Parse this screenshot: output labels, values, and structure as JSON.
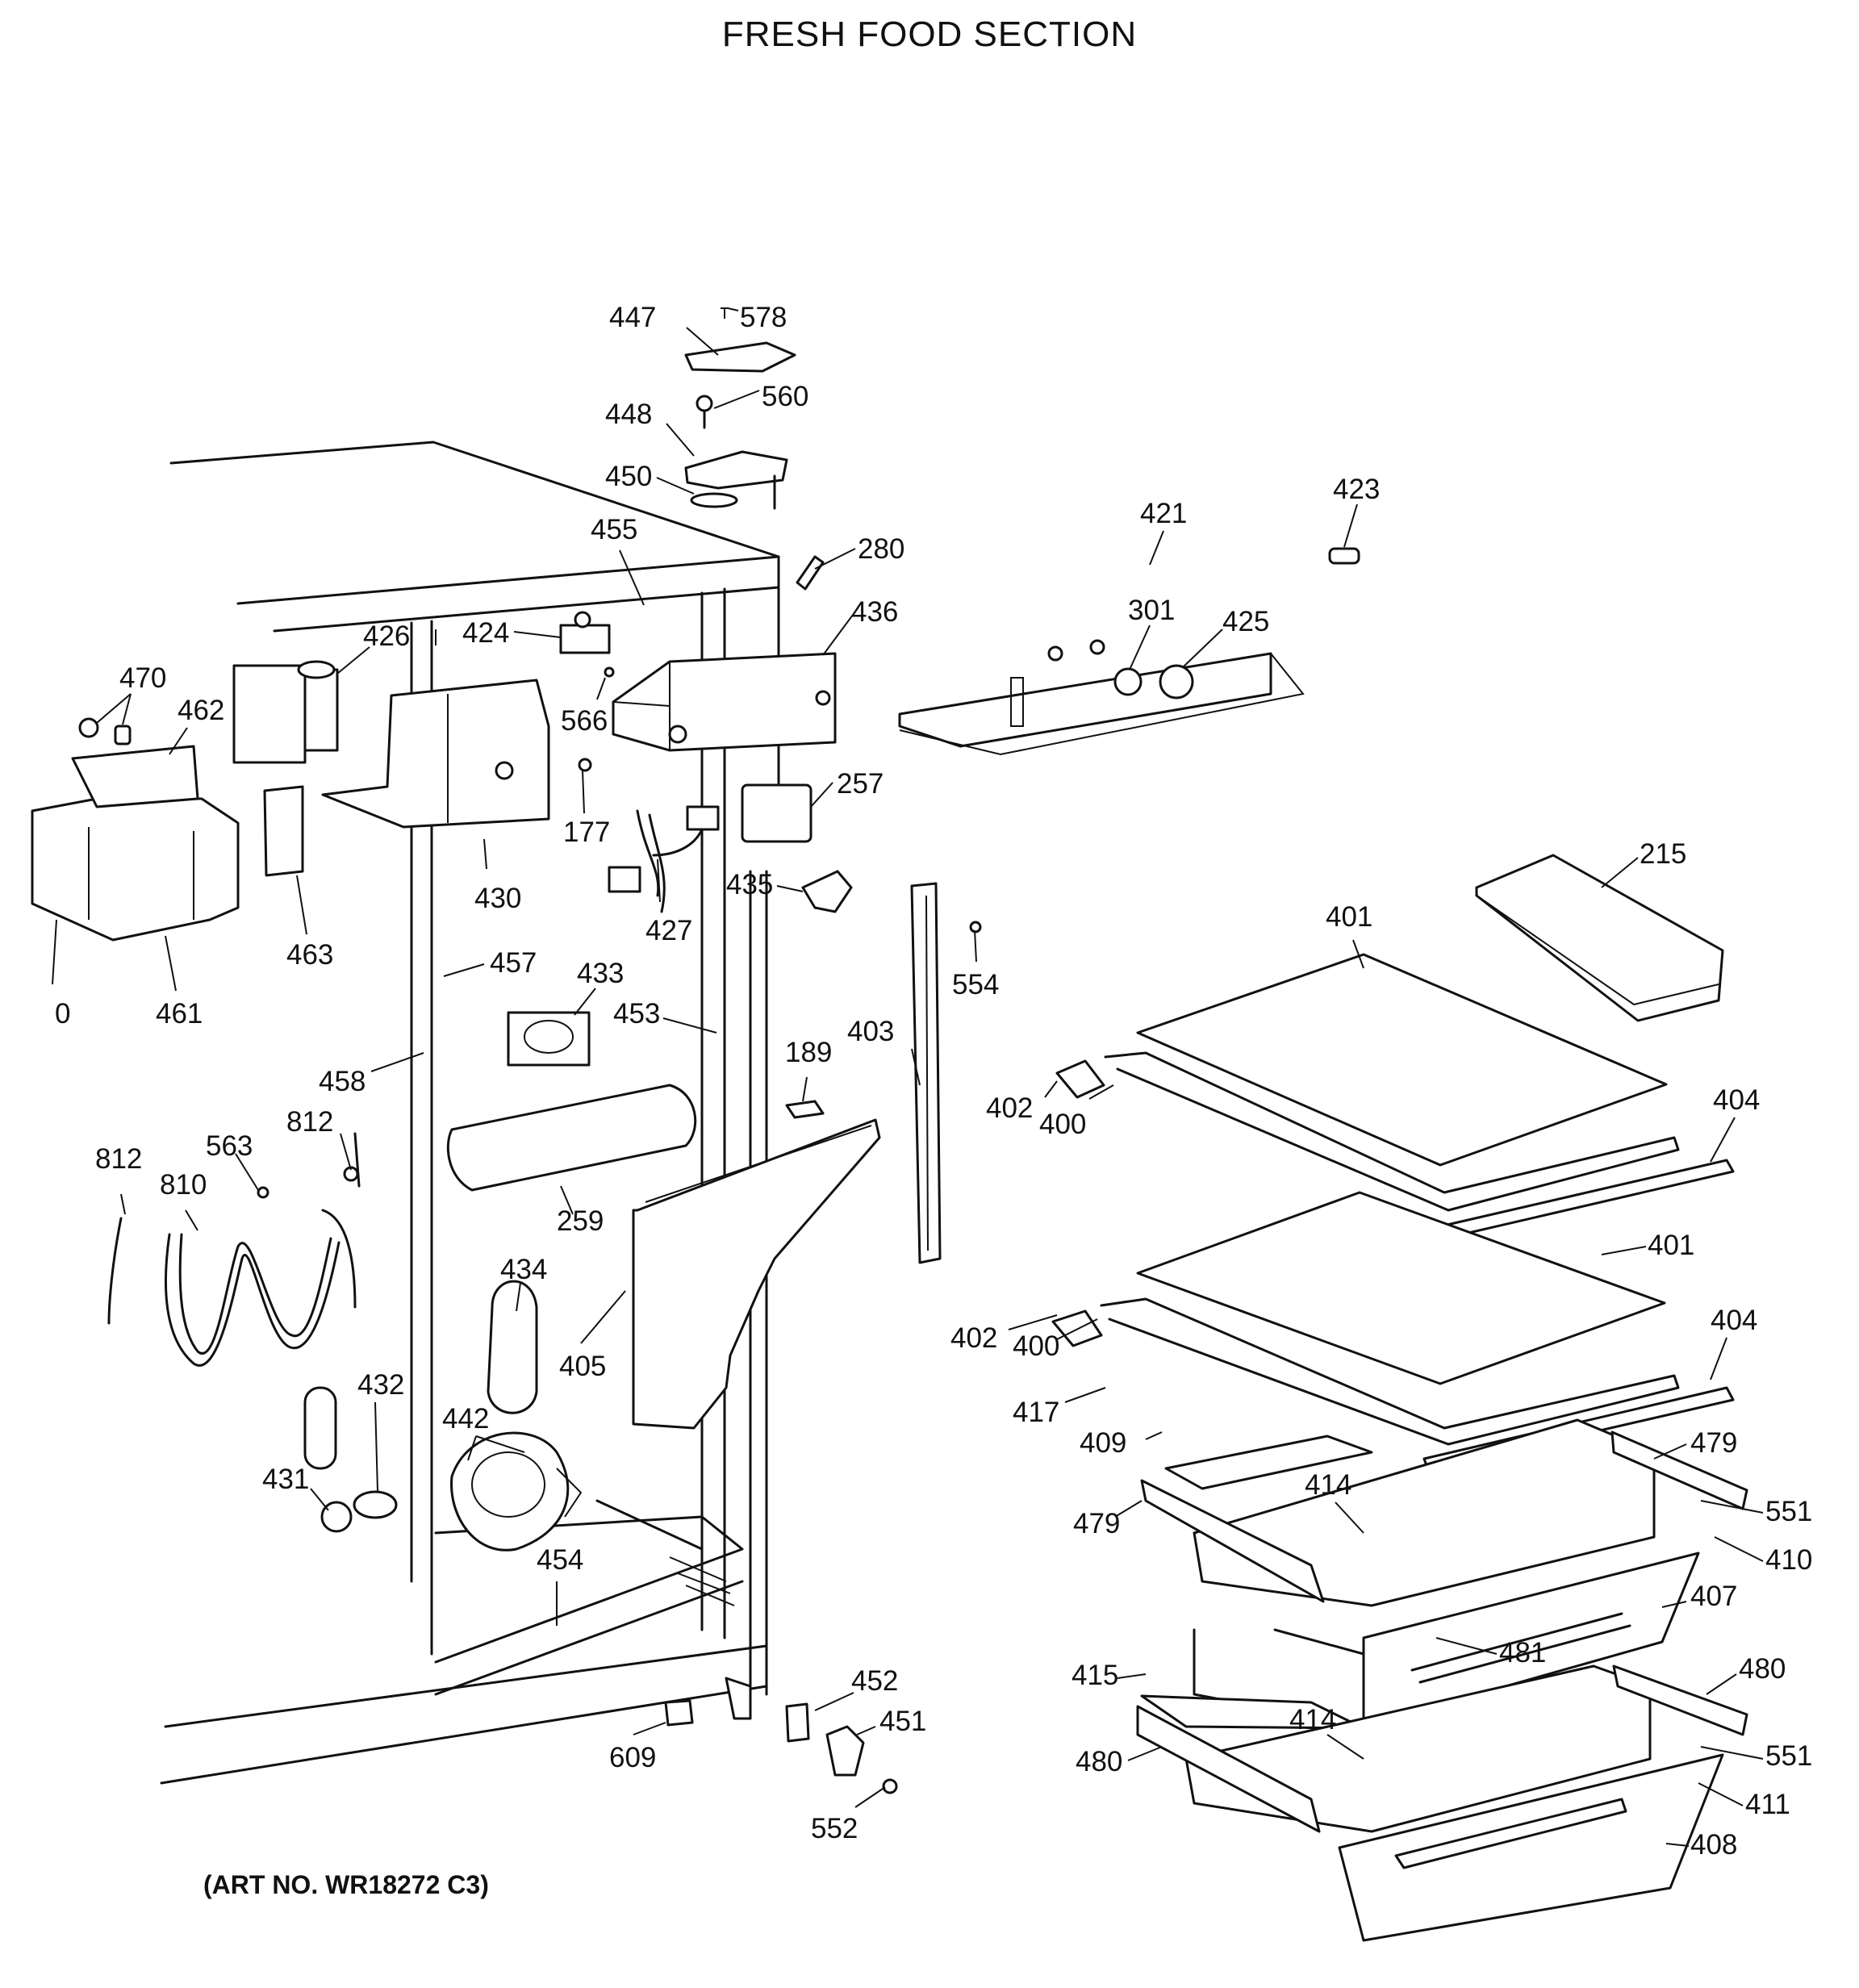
{
  "diagram": {
    "title": "FRESH FOOD SECTION",
    "art_number": "(ART NO. WR18272 C3)"
  },
  "callouts": [
    {
      "id": "c447",
      "label": "447"
    },
    {
      "id": "c578",
      "label": "578"
    },
    {
      "id": "c448",
      "label": "448"
    },
    {
      "id": "c560",
      "label": "560"
    },
    {
      "id": "c450",
      "label": "450"
    },
    {
      "id": "c455",
      "label": "455"
    },
    {
      "id": "c280",
      "label": "280"
    },
    {
      "id": "c421",
      "label": "421"
    },
    {
      "id": "c423",
      "label": "423"
    },
    {
      "id": "c424",
      "label": "424"
    },
    {
      "id": "c426",
      "label": "426"
    },
    {
      "id": "c436",
      "label": "436"
    },
    {
      "id": "c301",
      "label": "301"
    },
    {
      "id": "c425",
      "label": "425"
    },
    {
      "id": "c470",
      "label": "470"
    },
    {
      "id": "c462",
      "label": "462"
    },
    {
      "id": "c566",
      "label": "566"
    },
    {
      "id": "c177",
      "label": "177"
    },
    {
      "id": "c257",
      "label": "257"
    },
    {
      "id": "c430",
      "label": "430"
    },
    {
      "id": "c427",
      "label": "427"
    },
    {
      "id": "c435",
      "label": "435"
    },
    {
      "id": "c215",
      "label": "215"
    },
    {
      "id": "c463",
      "label": "463"
    },
    {
      "id": "c0",
      "label": "0"
    },
    {
      "id": "c461",
      "label": "461"
    },
    {
      "id": "c457",
      "label": "457"
    },
    {
      "id": "c433",
      "label": "433"
    },
    {
      "id": "c453",
      "label": "453"
    },
    {
      "id": "c554",
      "label": "554"
    },
    {
      "id": "c401a",
      "label": "401"
    },
    {
      "id": "c403",
      "label": "403"
    },
    {
      "id": "c189",
      "label": "189"
    },
    {
      "id": "c458",
      "label": "458"
    },
    {
      "id": "c812a",
      "label": "812"
    },
    {
      "id": "c563",
      "label": "563"
    },
    {
      "id": "c812b",
      "label": "812"
    },
    {
      "id": "c810",
      "label": "810"
    },
    {
      "id": "c402a",
      "label": "402"
    },
    {
      "id": "c400a",
      "label": "400"
    },
    {
      "id": "c404a",
      "label": "404"
    },
    {
      "id": "c259",
      "label": "259"
    },
    {
      "id": "c401b",
      "label": "401"
    },
    {
      "id": "c434",
      "label": "434"
    },
    {
      "id": "c405",
      "label": "405"
    },
    {
      "id": "c402b",
      "label": "402"
    },
    {
      "id": "c400b",
      "label": "400"
    },
    {
      "id": "c404b",
      "label": "404"
    },
    {
      "id": "c432",
      "label": "432"
    },
    {
      "id": "c442",
      "label": "442"
    },
    {
      "id": "c417",
      "label": "417"
    },
    {
      "id": "c409",
      "label": "409"
    },
    {
      "id": "c479a",
      "label": "479"
    },
    {
      "id": "c431",
      "label": "431"
    },
    {
      "id": "c414a",
      "label": "414"
    },
    {
      "id": "c551a",
      "label": "551"
    },
    {
      "id": "c479b",
      "label": "479"
    },
    {
      "id": "c410",
      "label": "410"
    },
    {
      "id": "c454",
      "label": "454"
    },
    {
      "id": "c407",
      "label": "407"
    },
    {
      "id": "c481",
      "label": "481"
    },
    {
      "id": "c480a",
      "label": "480"
    },
    {
      "id": "c415",
      "label": "415"
    },
    {
      "id": "c452",
      "label": "452"
    },
    {
      "id": "c451",
      "label": "451"
    },
    {
      "id": "c414b",
      "label": "414"
    },
    {
      "id": "c551b",
      "label": "551"
    },
    {
      "id": "c609",
      "label": "609"
    },
    {
      "id": "c480b",
      "label": "480"
    },
    {
      "id": "c411",
      "label": "411"
    },
    {
      "id": "c552",
      "label": "552"
    },
    {
      "id": "c408",
      "label": "408"
    }
  ]
}
